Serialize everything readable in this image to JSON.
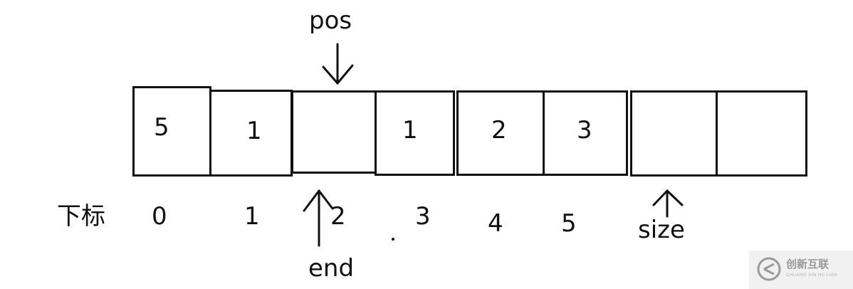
{
  "array": {
    "cells": [
      "5",
      "1",
      "",
      "1",
      "2",
      "3",
      "",
      ""
    ],
    "indices": [
      "0",
      "1",
      "2",
      "3",
      "4",
      "5"
    ]
  },
  "labels": {
    "index_row": "下标",
    "pos": "pos",
    "end": "end",
    "size": "size"
  },
  "watermark": {
    "name": "创新互联",
    "sub": "CHUANG XIN HU LIAN"
  }
}
